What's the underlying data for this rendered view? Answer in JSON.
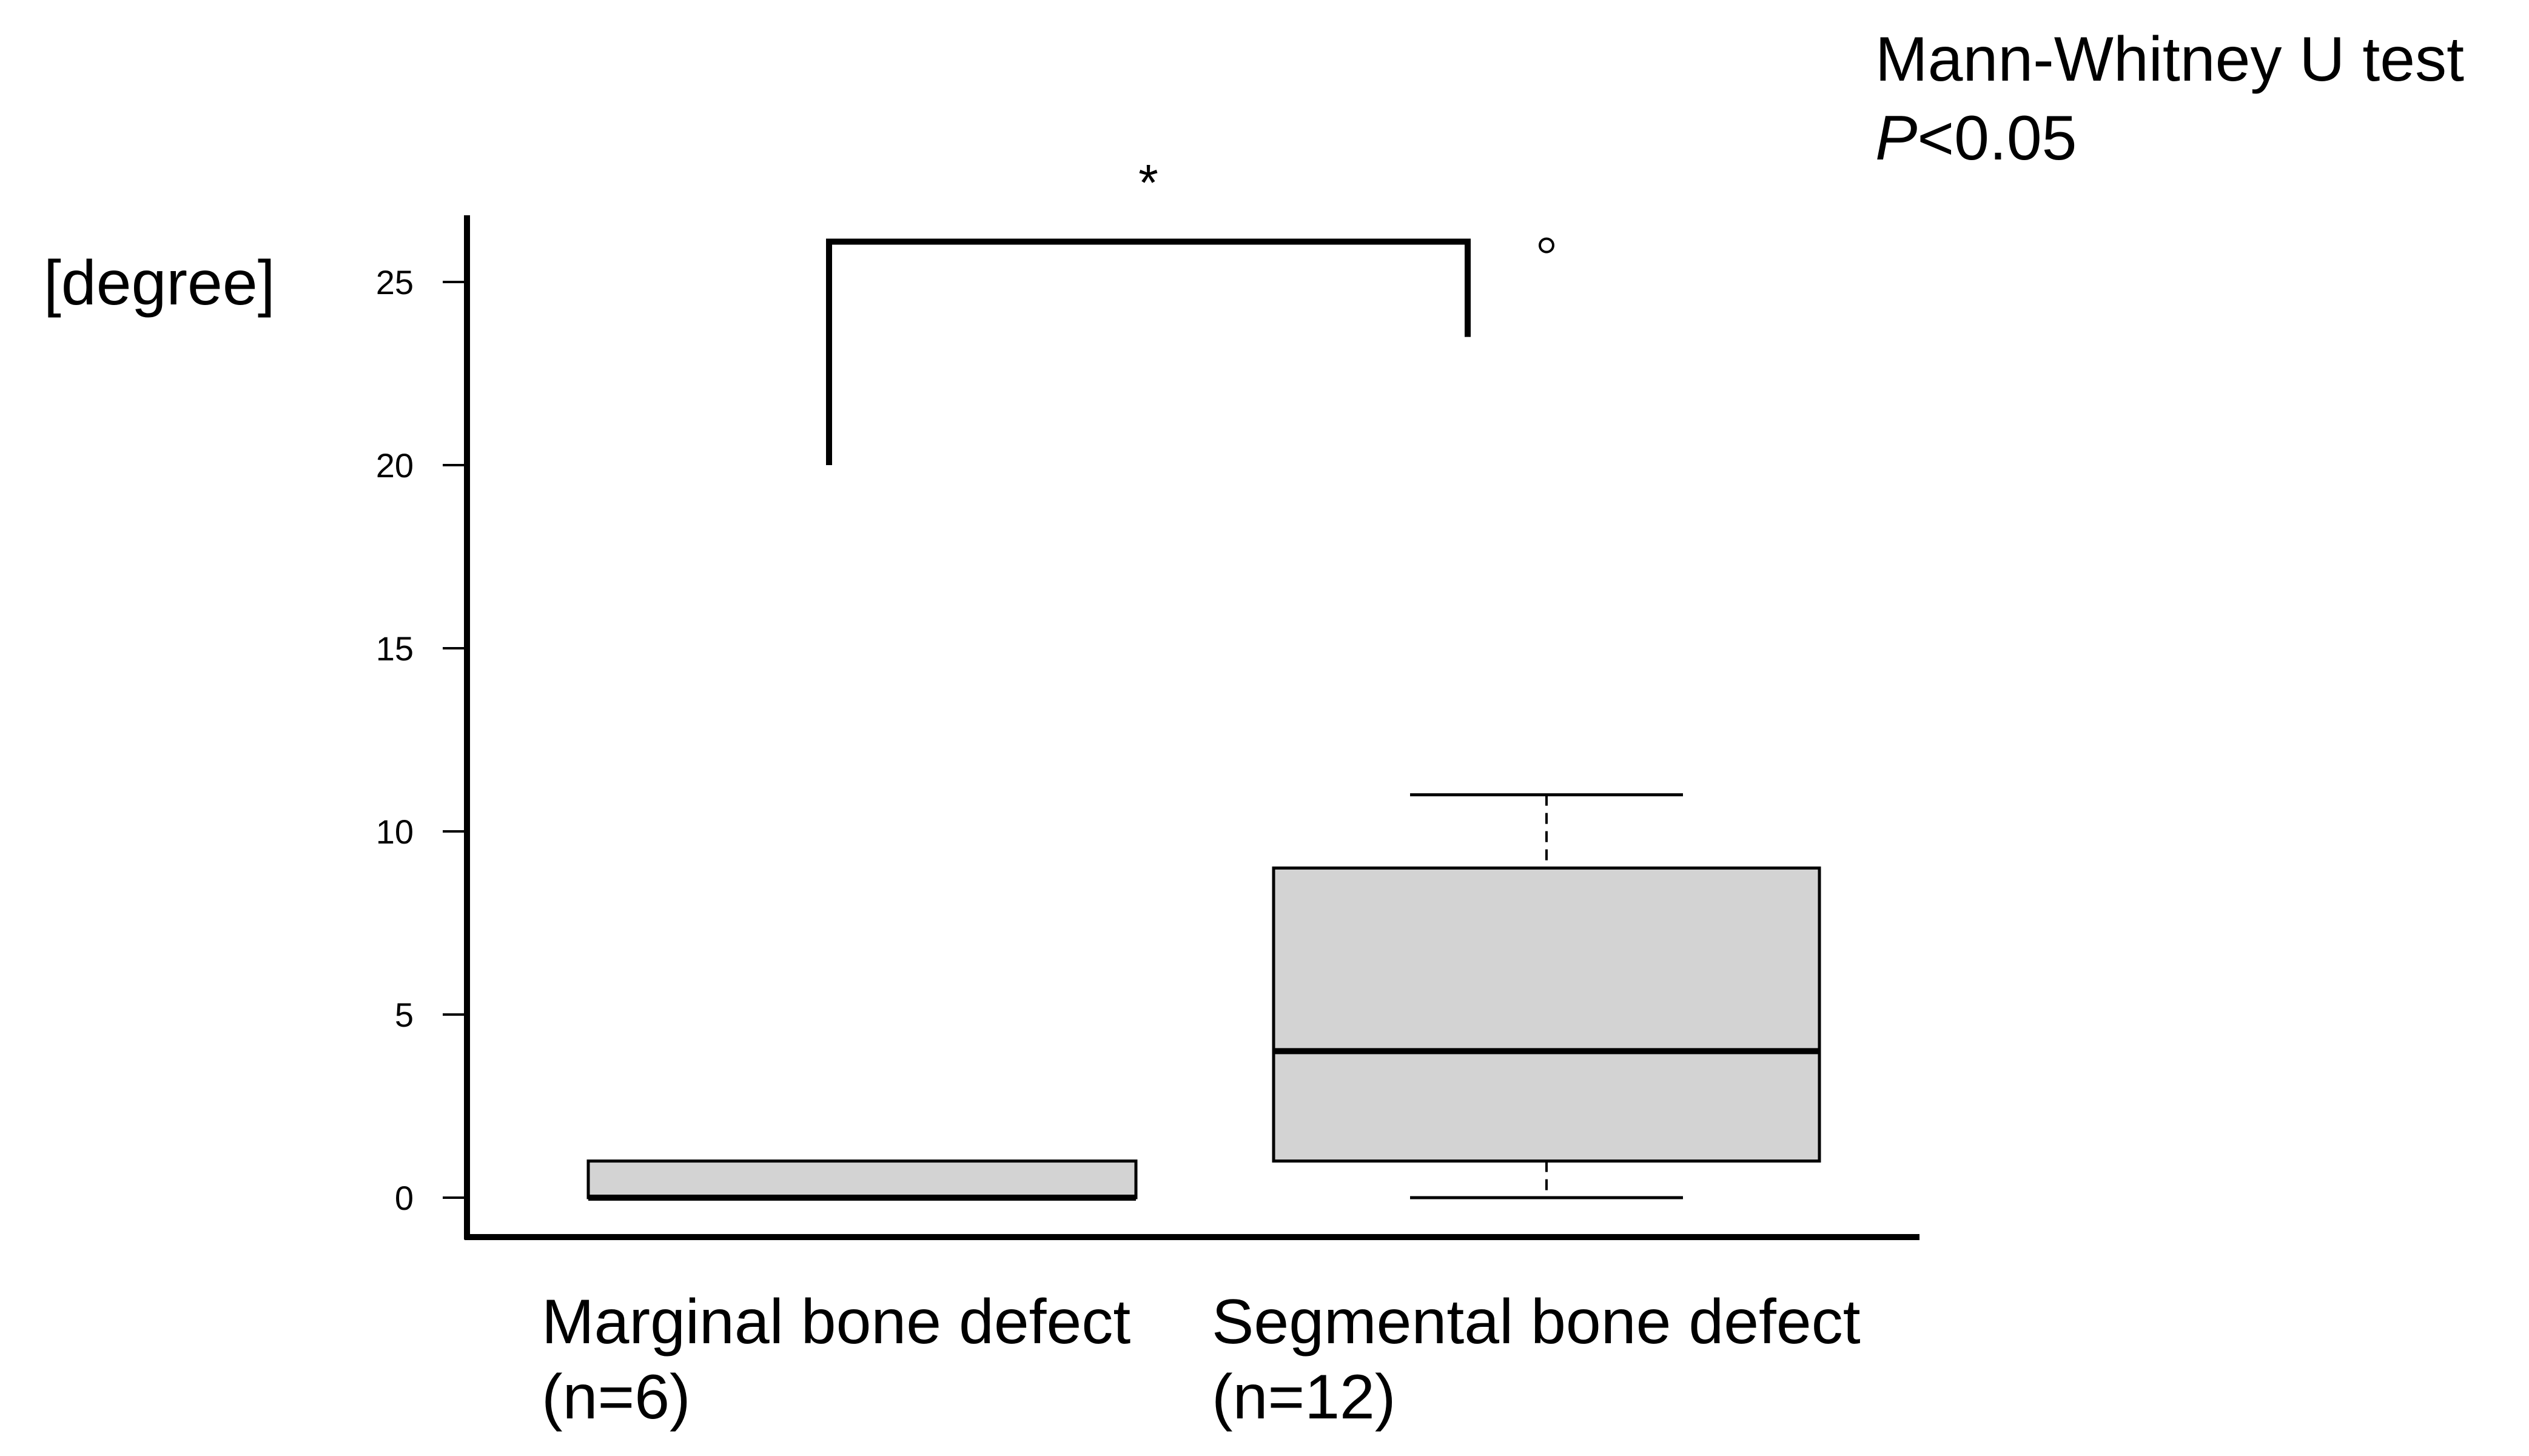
{
  "chart_data": {
    "type": "box",
    "ylabel": "[degree]",
    "ylim": [
      -1,
      27
    ],
    "yticks": [
      0,
      5,
      10,
      15,
      20,
      25
    ],
    "categories": [
      {
        "name": "Marginal bone defect",
        "n_label": "(n=6)"
      },
      {
        "name": "Segmental bone defect",
        "n_label": "(n=12)"
      }
    ],
    "boxes": [
      {
        "category": "Marginal bone defect",
        "min": 0,
        "q1": 0,
        "median": 0,
        "q3": 1,
        "max": 1,
        "outliers": []
      },
      {
        "category": "Segmental bone defect",
        "min": 0,
        "q1": 1,
        "median": 4,
        "q3": 9,
        "max": 11,
        "outliers": [
          26
        ]
      }
    ],
    "significance": {
      "marker": "*",
      "test": "Mann-Whitney U test",
      "p_symbol": "P",
      "p_rest": "<0.05",
      "left_y": 20,
      "right_y": 23.5,
      "top_y": 26.1
    },
    "colors": {
      "box_fill": "#d3d3d3",
      "stroke": "#000000"
    }
  }
}
